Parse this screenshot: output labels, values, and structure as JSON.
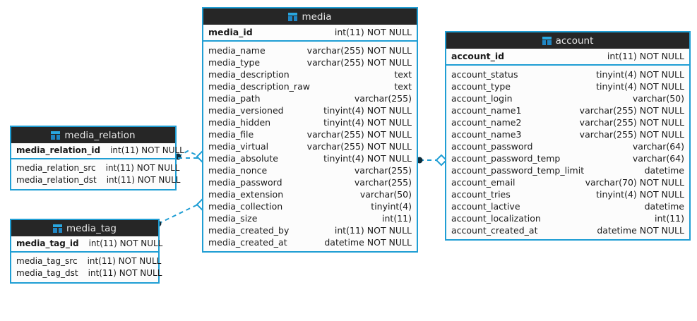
{
  "diagram": {
    "kind": "database-er-diagram",
    "background": "#ffffff",
    "accent": "#1f9ed4",
    "header_background": "#262626",
    "header_text_color": "#e8e8e8",
    "icon": "table-icon"
  },
  "entities": {
    "media": {
      "title": "media",
      "primary_key": {
        "name": "media_id",
        "type": "int(11) NOT NULL"
      },
      "columns": [
        {
          "name": "media_name",
          "type": "varchar(255) NOT NULL"
        },
        {
          "name": "media_type",
          "type": "varchar(255) NOT NULL"
        },
        {
          "name": "media_description",
          "type": "text"
        },
        {
          "name": "media_description_raw",
          "type": "text"
        },
        {
          "name": "media_path",
          "type": "varchar(255)"
        },
        {
          "name": "media_versioned",
          "type": "tinyint(4) NOT NULL"
        },
        {
          "name": "media_hidden",
          "type": "tinyint(4) NOT NULL"
        },
        {
          "name": "media_file",
          "type": "varchar(255) NOT NULL"
        },
        {
          "name": "media_virtual",
          "type": "varchar(255) NOT NULL"
        },
        {
          "name": "media_absolute",
          "type": "tinyint(4) NOT NULL"
        },
        {
          "name": "media_nonce",
          "type": "varchar(255)"
        },
        {
          "name": "media_password",
          "type": "varchar(255)"
        },
        {
          "name": "media_extension",
          "type": "varchar(50)"
        },
        {
          "name": "media_collection",
          "type": "tinyint(4)"
        },
        {
          "name": "media_size",
          "type": "int(11)"
        },
        {
          "name": "media_created_by",
          "type": "int(11) NOT NULL"
        },
        {
          "name": "media_created_at",
          "type": "datetime NOT NULL"
        }
      ]
    },
    "account": {
      "title": "account",
      "primary_key": {
        "name": "account_id",
        "type": "int(11) NOT NULL"
      },
      "columns": [
        {
          "name": "account_status",
          "type": "tinyint(4) NOT NULL"
        },
        {
          "name": "account_type",
          "type": "tinyint(4) NOT NULL"
        },
        {
          "name": "account_login",
          "type": "varchar(50)"
        },
        {
          "name": "account_name1",
          "type": "varchar(255) NOT NULL"
        },
        {
          "name": "account_name2",
          "type": "varchar(255) NOT NULL"
        },
        {
          "name": "account_name3",
          "type": "varchar(255) NOT NULL"
        },
        {
          "name": "account_password",
          "type": "varchar(64)"
        },
        {
          "name": "account_password_temp",
          "type": "varchar(64)"
        },
        {
          "name": "account_password_temp_limit",
          "type": "datetime"
        },
        {
          "name": "account_email",
          "type": "varchar(70) NOT NULL"
        },
        {
          "name": "account_tries",
          "type": "tinyint(4) NOT NULL"
        },
        {
          "name": "account_lactive",
          "type": "datetime"
        },
        {
          "name": "account_localization",
          "type": "int(11)"
        },
        {
          "name": "account_created_at",
          "type": "datetime NOT NULL"
        }
      ]
    },
    "media_relation": {
      "title": "media_relation",
      "primary_key": {
        "name": "media_relation_id",
        "type": "int(11) NOT NULL"
      },
      "columns": [
        {
          "name": "media_relation_src",
          "type": "int(11) NOT NULL"
        },
        {
          "name": "media_relation_dst",
          "type": "int(11) NOT NULL"
        }
      ]
    },
    "media_tag": {
      "title": "media_tag",
      "primary_key": {
        "name": "media_tag_id",
        "type": "int(11) NOT NULL"
      },
      "columns": [
        {
          "name": "media_tag_src",
          "type": "int(11) NOT NULL"
        },
        {
          "name": "media_tag_dst",
          "type": "int(11) NOT NULL"
        }
      ]
    }
  },
  "relationships": [
    {
      "from": "media_relation",
      "to": "media",
      "style": "dashed"
    },
    {
      "from": "media_relation",
      "to": "media",
      "style": "dashed"
    },
    {
      "from": "media_tag",
      "to": "media",
      "style": "dashed"
    },
    {
      "from": "media",
      "to": "account",
      "style": "dashed"
    }
  ]
}
